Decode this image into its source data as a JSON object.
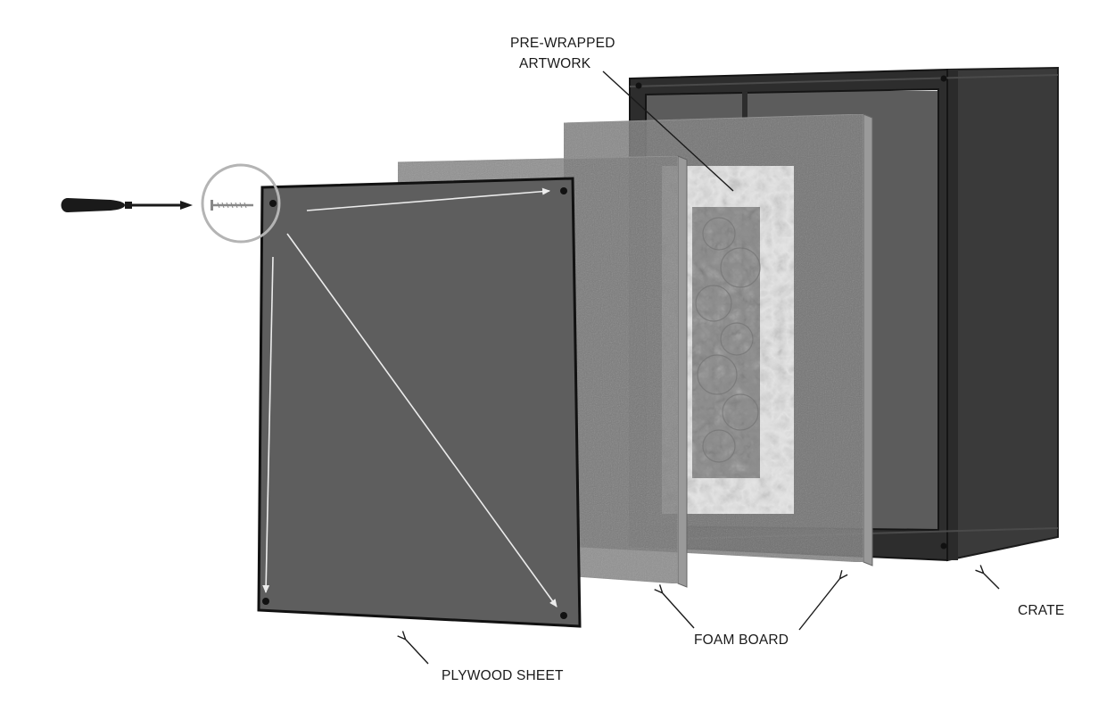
{
  "labels": {
    "artwork_line1": "PRE-WRAPPED",
    "artwork_line2": "ARTWORK",
    "foam_board": "FOAM BOARD",
    "crate": "CRATE",
    "plywood_sheet": "PLYWOOD SHEET"
  },
  "colors": {
    "crate_dark": "#2d2d2d",
    "crate_inner": "#5c5c5c",
    "foam_board": "#777777",
    "plywood": "#5e5e5e",
    "tissue": "#e2e2e2",
    "arrow_white": "#e8e8e8"
  }
}
